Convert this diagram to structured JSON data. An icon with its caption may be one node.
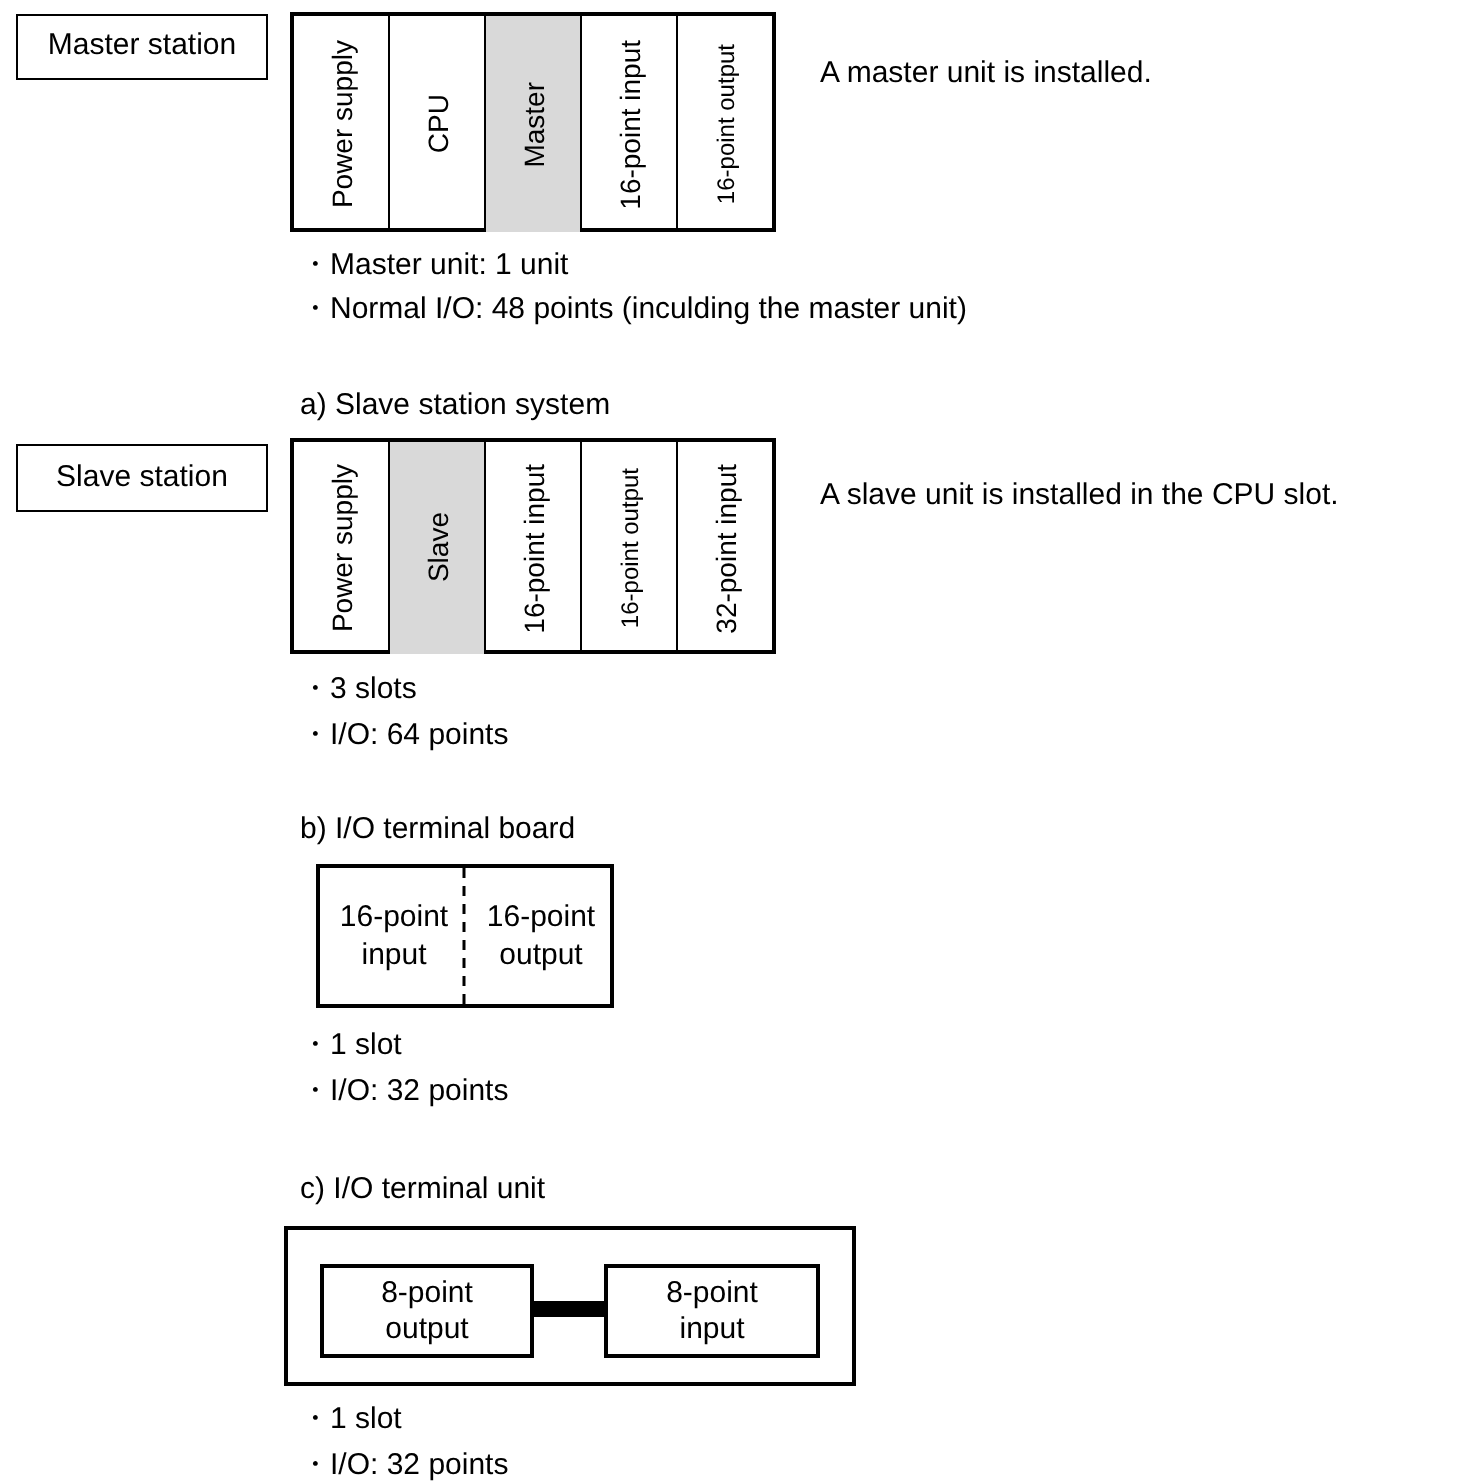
{
  "diagram": {
    "nodes": [
      {
        "text": [
          "Master station"
        ]
      },
      {
        "text": [],
        "shape": "box"
      },
      {
        "text": [
          "Power supply"
        ],
        "in": 1
      },
      {
        "text": [
          "CPU"
        ],
        "in": 1
      },
      {
        "text": [
          "Master"
        ],
        "in": 1
      },
      {
        "text": [
          "16-point input"
        ],
        "in": 1
      },
      {
        "text": [
          "16-point output"
        ],
        "in": 1
      },
      {
        "text": [
          "Slave station"
        ]
      },
      {
        "text": [],
        "shape": "box"
      },
      {
        "text": [
          "Power supply"
        ],
        "in": 8
      },
      {
        "text": [
          "Slave"
        ],
        "in": 8
      },
      {
        "text": [
          "16-point input"
        ],
        "in": 8
      },
      {
        "text": [
          "16-point output"
        ],
        "in": 8
      },
      {
        "text": [
          "32-point input"
        ],
        "in": 8
      },
      {
        "text": [],
        "shape": "box"
      },
      {
        "text": [
          "16-point input"
        ],
        "in": 14
      },
      {
        "text": [
          "16-point output"
        ],
        "in": 14
      },
      {
        "text": [],
        "shape": "box"
      },
      {
        "text": [
          "8-point output"
        ],
        "in": 17
      },
      {
        "text": [
          "8-point input"
        ],
        "in": 17
      }
    ],
    "edges": [
      {
        "from": 18,
        "to": 19,
        "arrow": "none"
      }
    ],
    "labels": [
      "A master unit is installed.",
      "・Master unit: 1 unit",
      "・Normal I/O: 48 points (inculding the master unit)",
      "a) Slave station system",
      "A slave unit is installed in the CPU slot.",
      "・3 slots",
      "・I/O: 64 points",
      "b) I/O terminal board",
      "・1 slot",
      "・I/O: 32 points",
      "c) I/O terminal unit",
      "・1 slot",
      "・I/O: 32 points"
    ]
  }
}
